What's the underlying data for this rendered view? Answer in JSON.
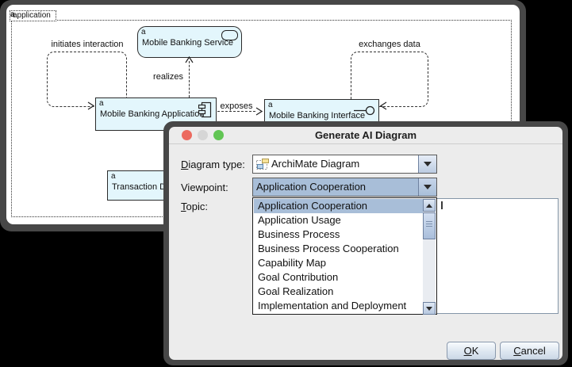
{
  "diagram_window": {
    "container": {
      "badge": "a",
      "label": "application"
    },
    "elements": {
      "service": {
        "badge": "a",
        "name": "Mobile Banking Service"
      },
      "application": {
        "badge": "a",
        "name": "Mobile Banking Application"
      },
      "interface": {
        "badge": "a",
        "name": "Mobile Banking Interface"
      },
      "transaction_data": {
        "badge": "a",
        "name": "Transaction Data"
      }
    },
    "relationships": {
      "initiates": "initiates interaction",
      "exchanges": "exchanges data",
      "realizes": "realizes",
      "exposes": "exposes"
    }
  },
  "dialog": {
    "title": "Generate AI Diagram",
    "fields": {
      "diagram_type_label": "Diagram type:",
      "diagram_type_value": "ArchiMate Diagram",
      "viewpoint_label": "Viewpoint:",
      "viewpoint_value": "Application Cooperation",
      "topic_label": "Topic:"
    },
    "viewpoint_options": [
      "Application Cooperation",
      "Application Usage",
      "Business Process",
      "Business Process Cooperation",
      "Capability Map",
      "Goal Contribution",
      "Goal Realization",
      "Implementation and Deployment"
    ],
    "selected_option": "Application Cooperation",
    "buttons": {
      "ok": "OK",
      "cancel": "Cancel"
    },
    "colors": {
      "traffic_red": "#ec6a5f",
      "traffic_neutral": "#d6d6d6",
      "traffic_green": "#61c554",
      "highlight": "#a8bed8",
      "element_fill": "#e3f6fc"
    }
  }
}
